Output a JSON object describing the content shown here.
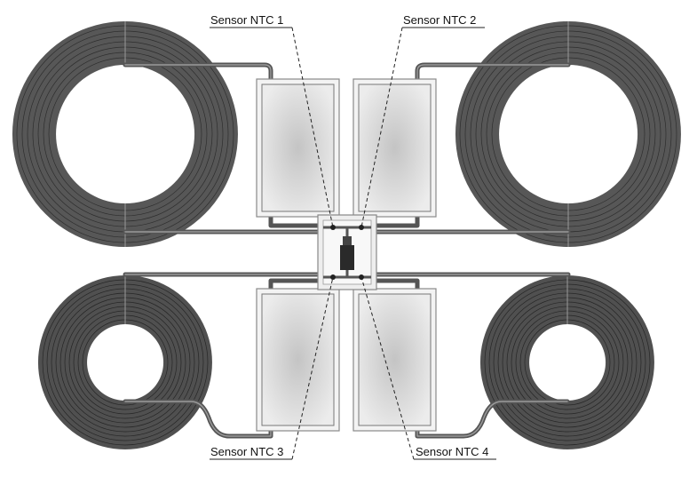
{
  "labels": {
    "ntc1": "Sensor NTC 1",
    "ntc2": "Sensor NTC 2",
    "ntc3": "Sensor NTC 3",
    "ntc4": "Sensor NTC 4"
  },
  "colors": {
    "coil": "#505050",
    "coil_line": "#2f2f2f",
    "pipe": "#6a6a6a",
    "panel_edge": "#8a8a8a",
    "panel_fill": "#d9d9d9",
    "leader": "#222222"
  }
}
